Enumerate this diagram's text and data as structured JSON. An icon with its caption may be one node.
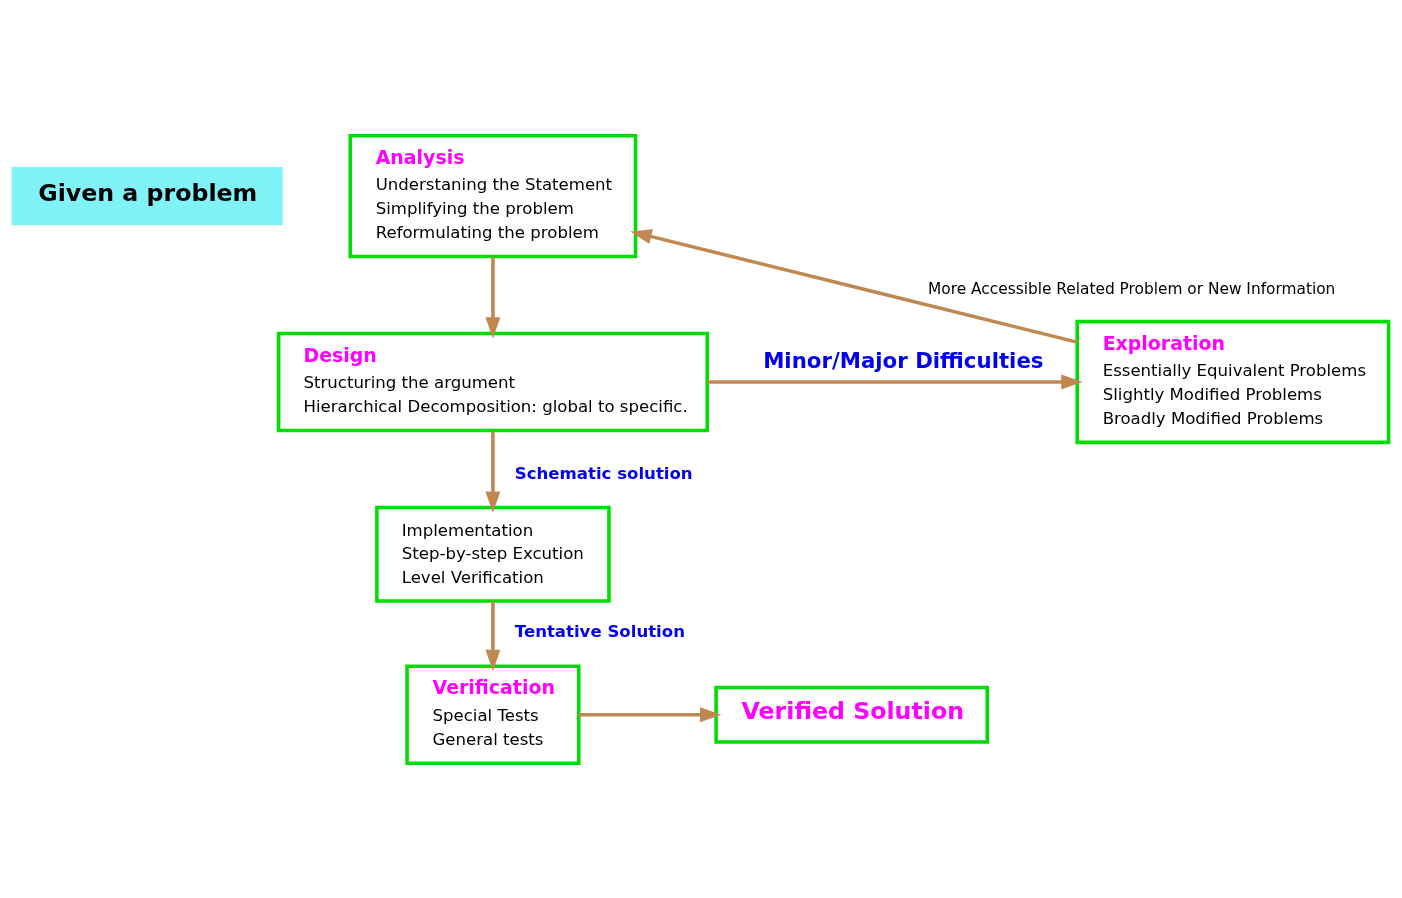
{
  "diagram": {
    "nodes": [
      {
        "text": [
          "Given a problem"
        ]
      },
      {
        "text": [
          "Analysis",
          "Understaning the Statement",
          "Simplifying the problem",
          "Reformulating the problem"
        ]
      },
      {
        "text": [
          "Design",
          "Structuring the argument",
          "Hierarchical Decomposition: global to specific."
        ]
      },
      {
        "text": [
          "Implementation",
          "Step-by-step Excution",
          "Level Verification"
        ]
      },
      {
        "text": [
          "Verification",
          "Special Tests",
          "General tests"
        ]
      },
      {
        "text": [
          "Exploration",
          "Essentially Equivalent Problems",
          "Slightly Modified Problems",
          "Broadly Modified Problems"
        ]
      },
      {
        "text": [
          "Verified Solution"
        ]
      }
    ],
    "edges": [
      {
        "from": 1,
        "to": 2,
        "arrow": "to"
      },
      {
        "from": 2,
        "to": 3,
        "label": "Schematic solution",
        "arrow": "to"
      },
      {
        "from": 3,
        "to": 4,
        "label": "Tentative Solution",
        "arrow": "to"
      },
      {
        "from": 2,
        "to": 5,
        "label": "Minor/Major Difficulties",
        "arrow": "to"
      },
      {
        "from": 5,
        "to": 1,
        "label": "More Accessible Related Problem or New Information",
        "arrow": "to"
      },
      {
        "from": 4,
        "to": 6,
        "arrow": "to"
      }
    ]
  }
}
